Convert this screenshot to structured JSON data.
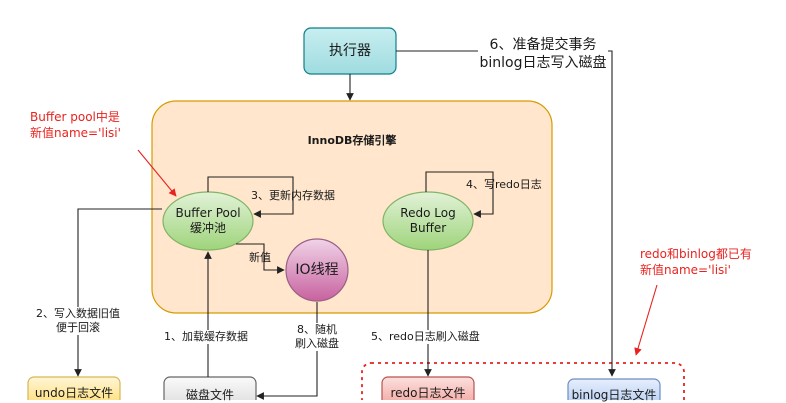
{
  "nodes": {
    "executor": "执行器",
    "innodb_title": "InnoDB存储引擎",
    "buffer_pool_line1": "Buffer Pool",
    "buffer_pool_line2": "缓冲池",
    "redo_buffer_line1": "Redo Log",
    "redo_buffer_line2": "Buffer",
    "io_thread": "IO线程",
    "undo_file": "undo日志文件",
    "disk_file": "磁盘文件",
    "redo_file": "redo日志文件",
    "binlog_file": "binlog日志文件"
  },
  "steps": {
    "step6_line1": "6、准备提交事务",
    "step6_line2": "binlog日志写入磁盘",
    "step3": "3、更新内存数据",
    "step4": "4、写redo日志",
    "new_value": "新值",
    "step2_line1": "2、写入数据旧值",
    "step2_line2": "便于回滚",
    "step1": "1、加载缓存数据",
    "step8_line1": "8、随机",
    "step8_line2": "刷入磁盘",
    "step5": "5、redo日志刷入磁盘"
  },
  "notes": {
    "buffer_note_line1": "Buffer pool中是",
    "buffer_note_line2": "新值name='lisi'",
    "redo_note_line1": "redo和binlog都已有",
    "redo_note_line2": "新值name='lisi'"
  },
  "colors": {
    "executor_fill": "#b0e3e6",
    "executor_stroke": "#0e8088",
    "engine_fill": "#ffe6cc",
    "engine_stroke": "#d79b00",
    "green_fill": "#d5e8d4",
    "green_stroke": "#82b366",
    "io_fill": "#e6d0de",
    "io_stroke": "#996185",
    "undo_fill": "#fff2cc",
    "undo_stroke": "#d6b656",
    "disk_fill": "#f5f5f5",
    "disk_stroke": "#666666",
    "redo_file_fill": "#f8cecc",
    "redo_file_stroke": "#b85450",
    "binlog_fill": "#dae8fc",
    "binlog_stroke": "#6c8ebf",
    "annotation": "#e8231f"
  }
}
